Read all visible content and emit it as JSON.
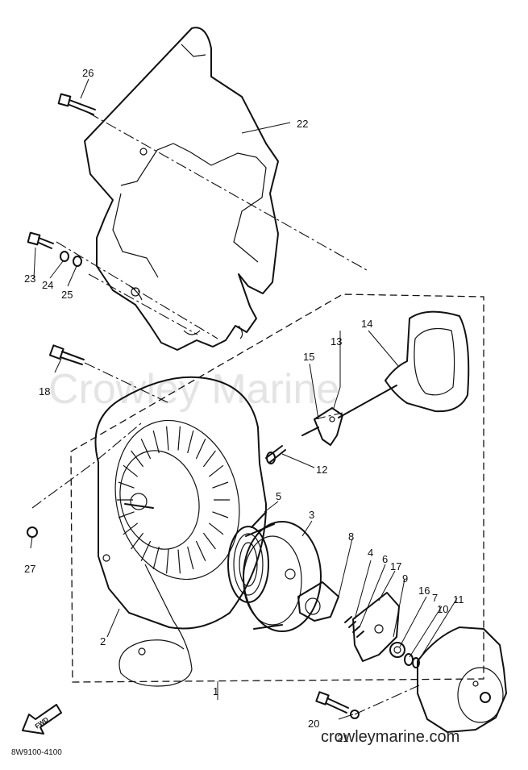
{
  "diagram": {
    "callouts": {
      "n1": "1",
      "n2": "2",
      "n3": "3",
      "n4": "4",
      "n5": "5",
      "n6": "6",
      "n7": "7",
      "n8": "8",
      "n9": "9",
      "n10": "10",
      "n11": "11",
      "n12": "12",
      "n13": "13",
      "n14": "14",
      "n15": "15",
      "n16": "16",
      "n17": "17",
      "n18": "18",
      "n20": "20",
      "n21": "21",
      "n22": "22",
      "n23": "23",
      "n24": "24",
      "n25": "25",
      "n26": "26",
      "n27": "27"
    },
    "drawing_code": "8W9100-4100",
    "fwd_label": "FWD",
    "watermark": "Crowley Marine",
    "website": "crowleymarine.com"
  }
}
